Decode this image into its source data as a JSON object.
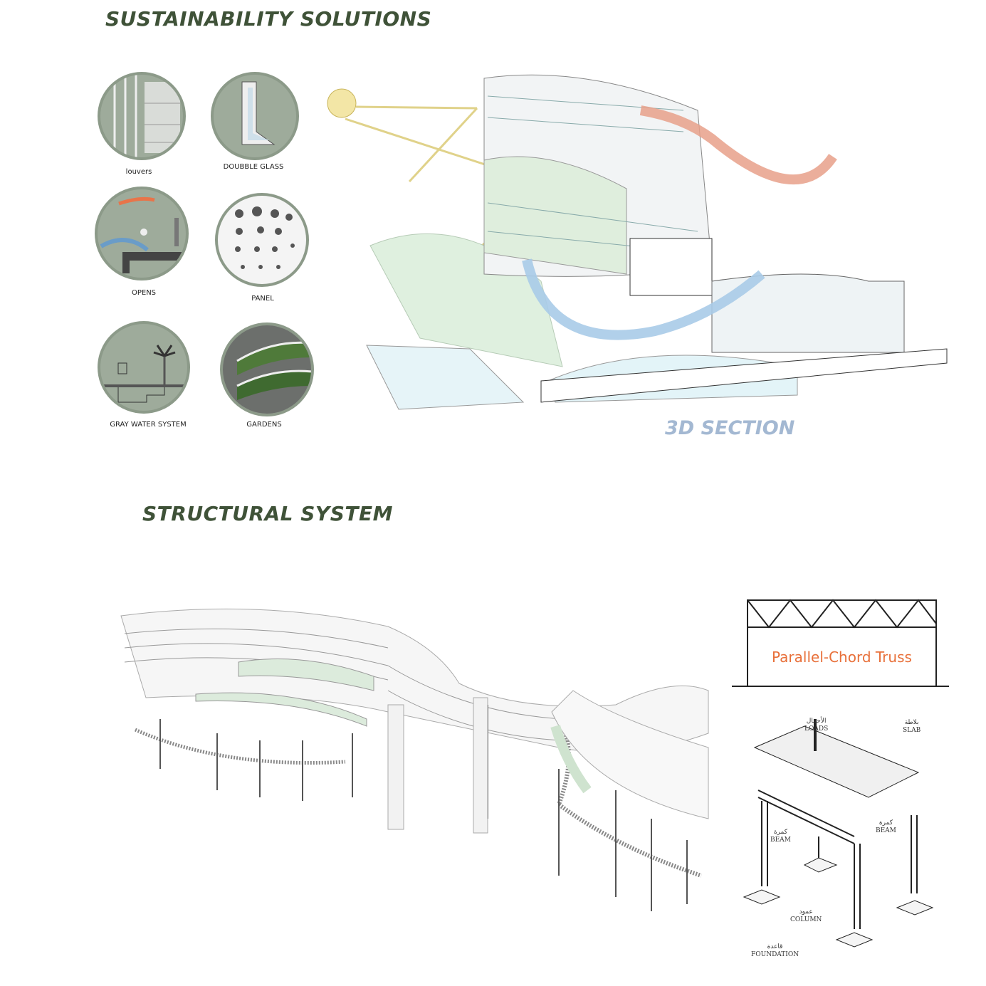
{
  "titles": {
    "sustainability": "SUSTAINABILITY SOLUTIONS",
    "section": "3D SECTION",
    "structural": "STRUCTURAL SYSTEM"
  },
  "solutions": [
    {
      "label": "louvers"
    },
    {
      "label": "DOUBBLE GLASS"
    },
    {
      "label": "OPENS"
    },
    {
      "label": "PANEL"
    },
    {
      "label": "GRAY WATER SYSTEM"
    },
    {
      "label": "GARDENS"
    }
  ],
  "truss": {
    "label": "Parallel-Chord Truss"
  },
  "structure_labels": {
    "loads_ar": "الأحمال",
    "loads": "LOADS",
    "slab_ar": "بلاطة",
    "slab": "SLAB",
    "beam_ar": "كمرة",
    "beam": "BEAM",
    "beam2_ar": "كمرة",
    "beam2": "BEAM",
    "column_ar": "عمود",
    "column": "COLUMN",
    "foundation_ar": "قاعدة",
    "foundation": "FOUNDATION"
  },
  "colors": {
    "title": "#3f5238",
    "section": "#a3b8d2",
    "truss": "#e8703a",
    "circle": "#9eab9b"
  }
}
